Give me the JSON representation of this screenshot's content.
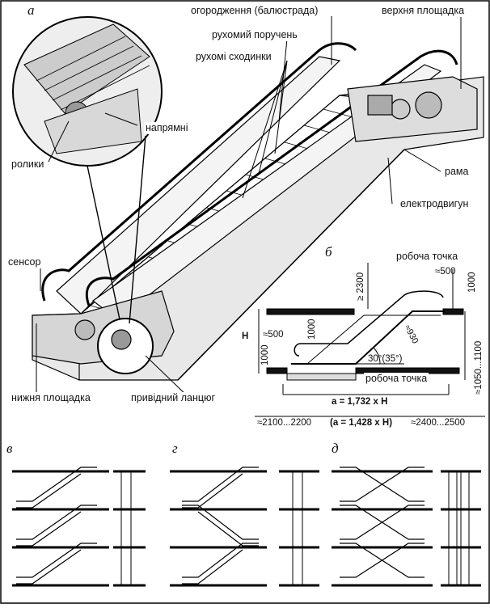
{
  "labels": {
    "balustrade": "огородження (балюстрада)",
    "upper_landing": "верхня площадка",
    "handrail": "рухомий поручень",
    "steps": "рухомі сходинки",
    "guides": "напрямні",
    "rollers": "ролики",
    "frame": "рама",
    "motor": "електродвигун",
    "sensor": "сенсор",
    "lower_landing": "нижня площадка",
    "drive_chain": "привідний ланцюг"
  },
  "sections": {
    "a": "а",
    "b": "б",
    "v": "в",
    "g": "г",
    "d": "д"
  },
  "dimensions": {
    "work_point_top": "робоча точка",
    "work_point_bottom": "робоча точка",
    "h_2300": "≥ 2300",
    "w_500_top": "≈500",
    "h_1000_top": "1000",
    "w_500_left": "≈500",
    "h_1000_mid": "1000",
    "h_1000_left": "1000",
    "H": "H",
    "d_930": "≈930",
    "angle": "30°(35°)",
    "h_1050_1100": "≈1050...1100",
    "formula_a1": "a = 1,732 x H",
    "formula_a2": "(a = 1,428 x H)",
    "w_left": "≈2100...2200",
    "w_right": "≈2400...2500"
  }
}
